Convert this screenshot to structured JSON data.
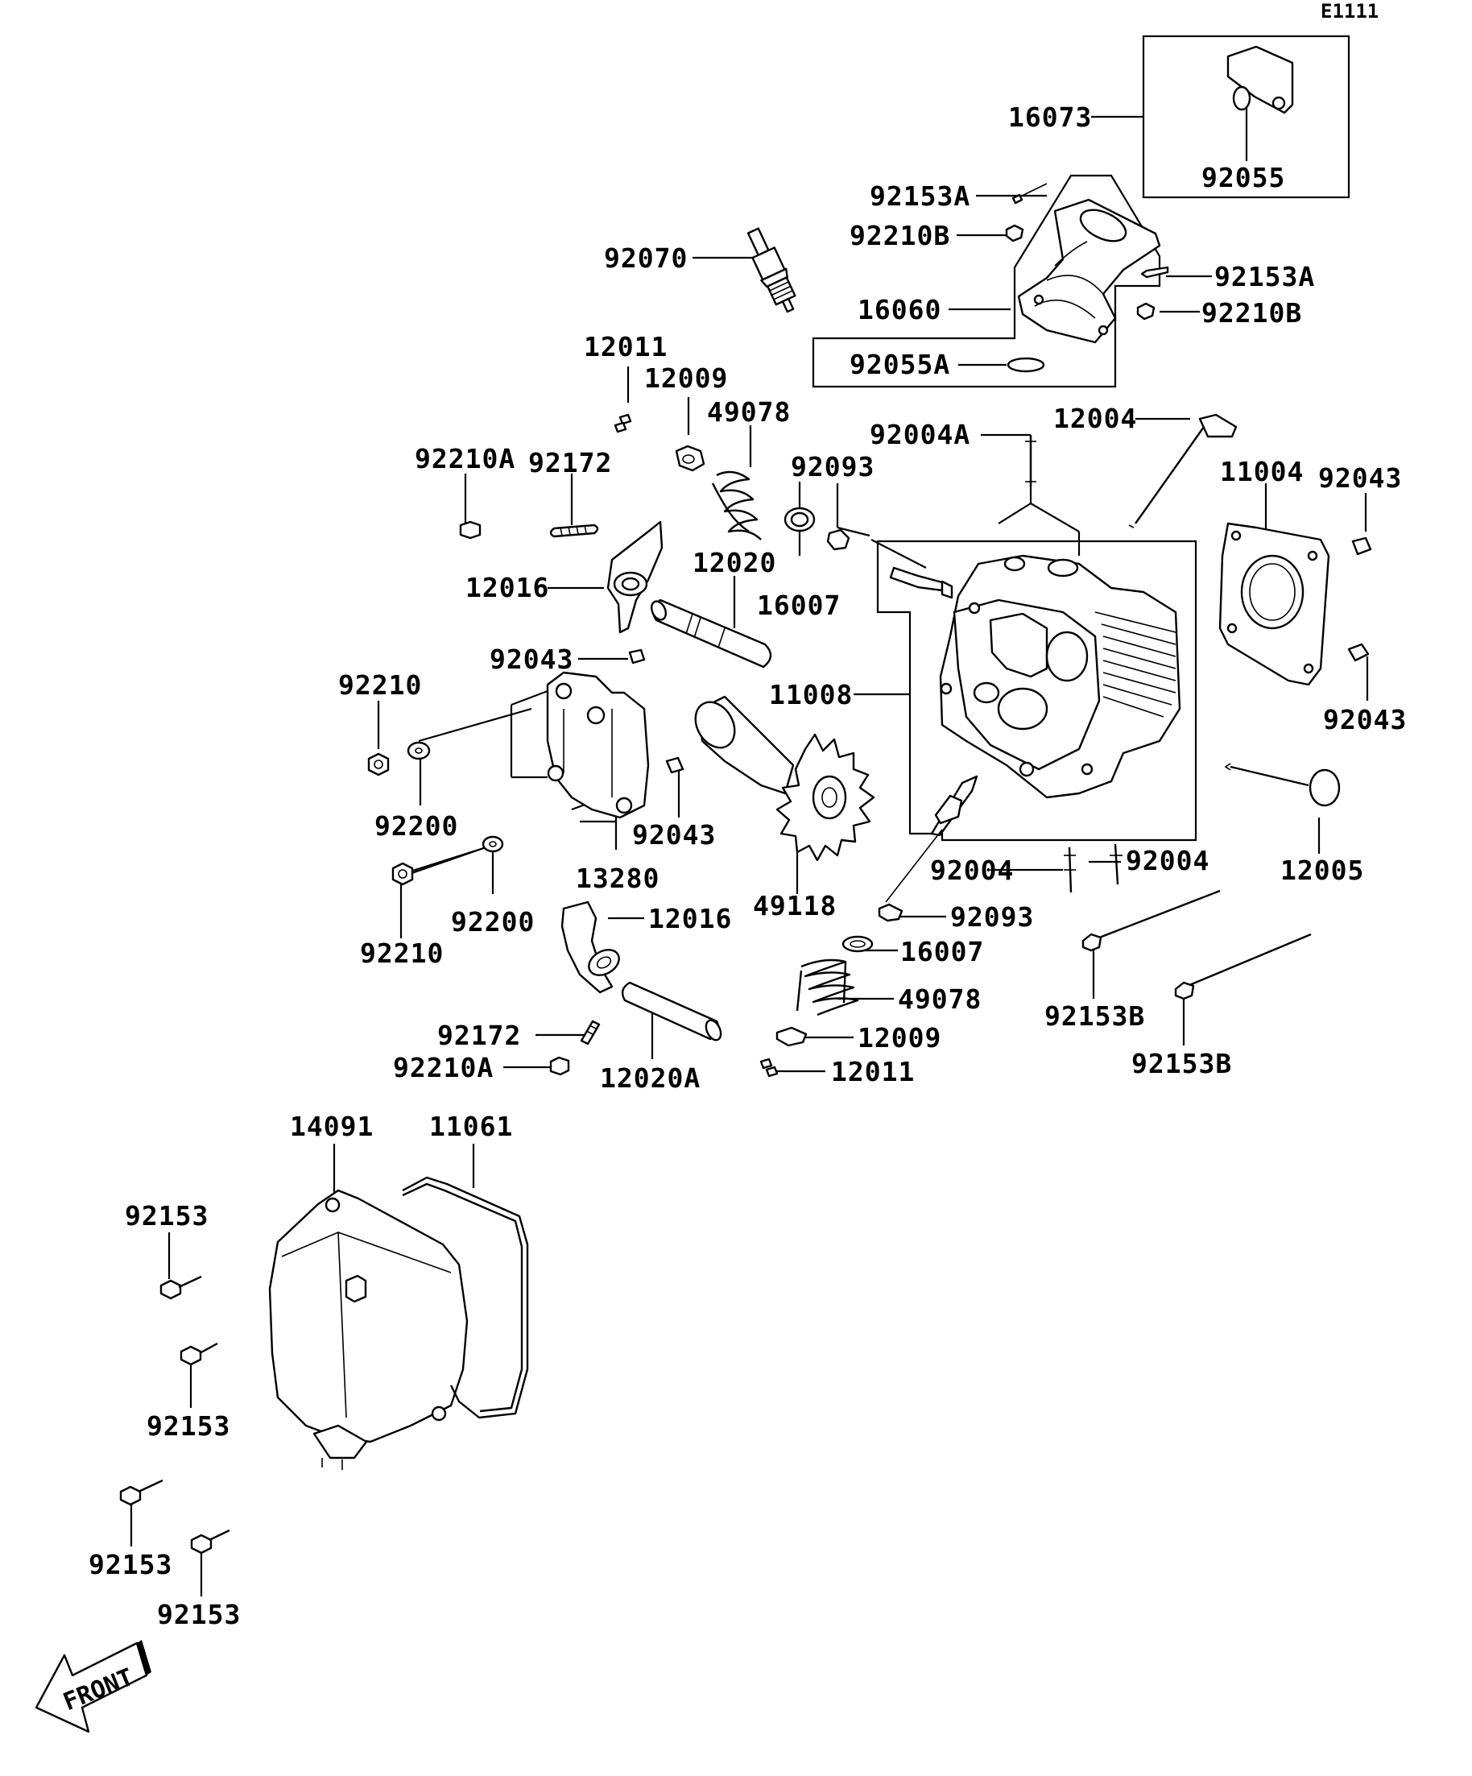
{
  "diagram": {
    "reference_code": "E1111",
    "front_label": "FRONT",
    "labels": {
      "p16073": "16073",
      "p92055": "92055",
      "p92153A_1": "92153A",
      "p92210B_1": "92210B",
      "p92070": "92070",
      "p92153A_2": "92153A",
      "p16060": "16060",
      "p92210B_2": "92210B",
      "p92055A": "92055A",
      "p12011_1": "12011",
      "p12009_1": "12009",
      "p49078_1": "49078",
      "p12004": "12004",
      "p92004A": "92004A",
      "p92210A_1": "92210A",
      "p92172_1": "92172",
      "p92093_1": "92093",
      "p11004": "11004",
      "p92043_1": "92043",
      "p12016_1": "12016",
      "p12020": "12020",
      "p16007_1": "16007",
      "p92043_2": "92043",
      "p11008": "11008",
      "p92043_3": "92043",
      "p92210_1": "92210",
      "p92200_1": "92200",
      "p92043_4": "92043",
      "p13280": "13280",
      "p92004_1": "92004",
      "p92004_2": "92004",
      "p12005": "12005",
      "p49118": "49118",
      "p92093_2": "92093",
      "p92210_2": "92210",
      "p92200_2": "92200",
      "p12016_2": "12016",
      "p16007_2": "16007",
      "p49078_2": "49078",
      "p92153B_1": "92153B",
      "p92172_2": "92172",
      "p12009_2": "12009",
      "p92210A_2": "92210A",
      "p12020A": "12020A",
      "p12011_2": "12011",
      "p92153B_2": "92153B",
      "p14091": "14091",
      "p11061": "11061",
      "p92153_1": "92153",
      "p92153_2": "92153",
      "p92153_3": "92153",
      "p92153_4": "92153"
    }
  }
}
